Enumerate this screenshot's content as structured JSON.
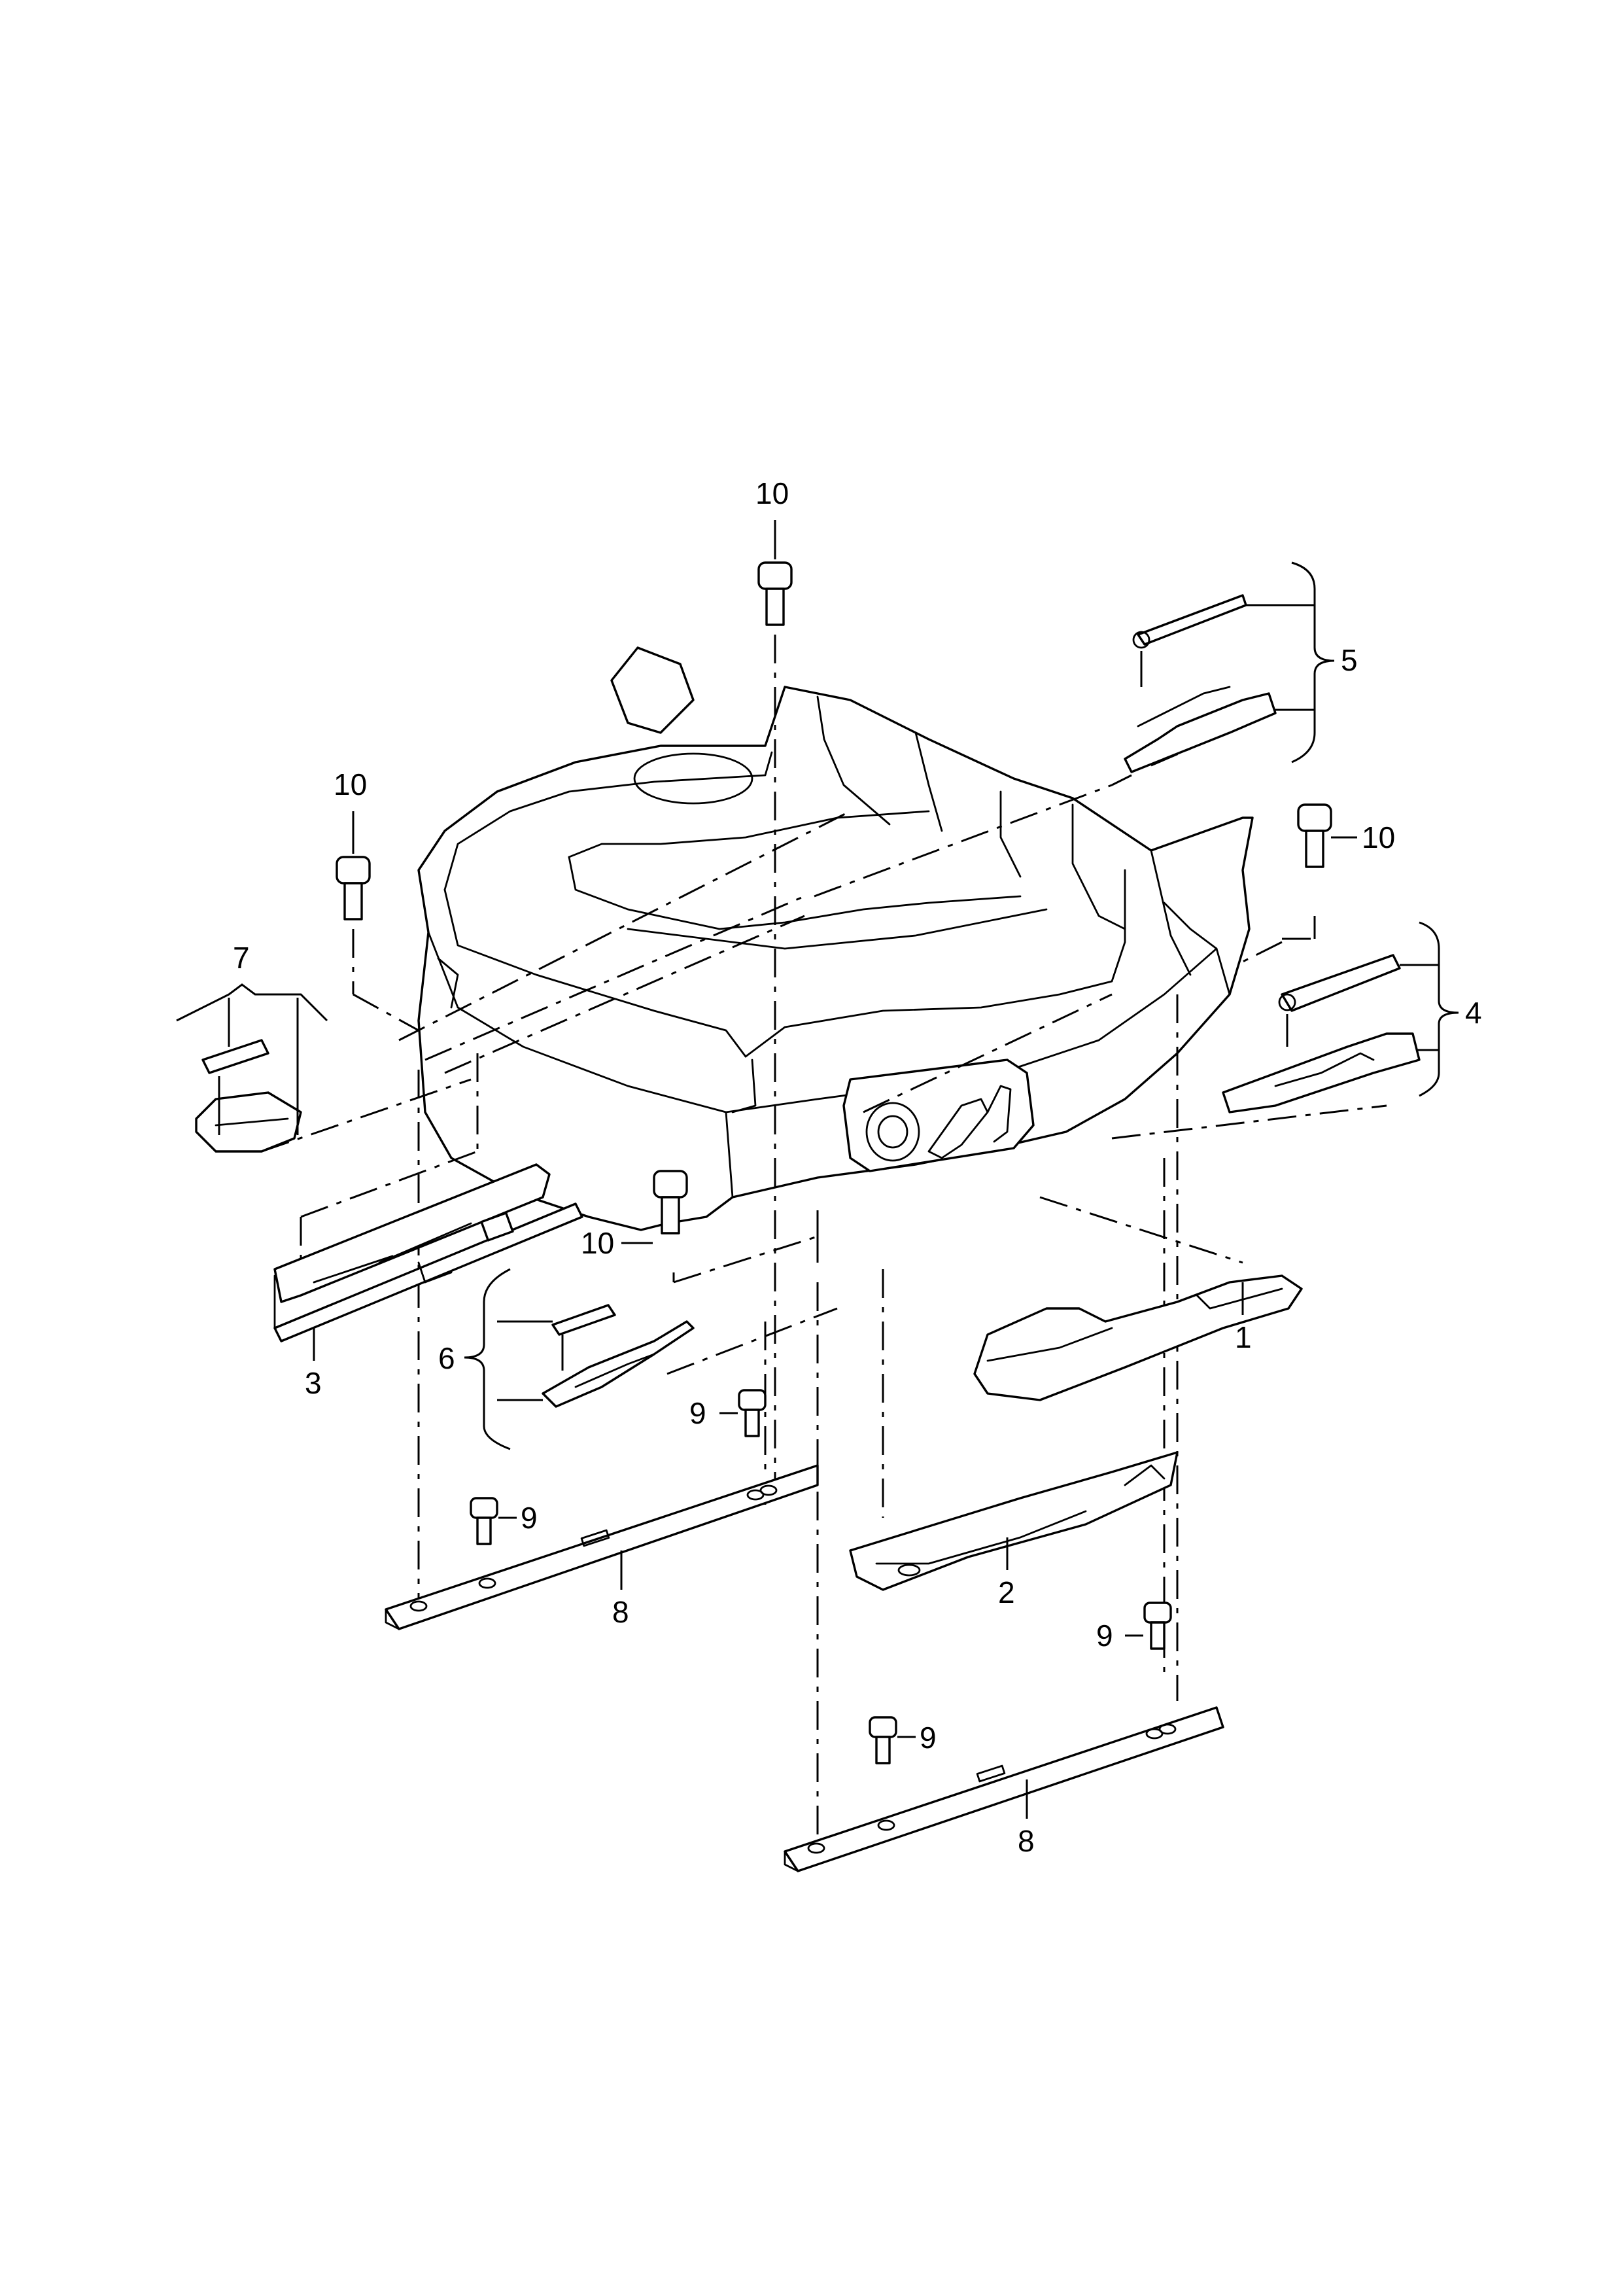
{
  "callouts": {
    "c1": "1",
    "c2": "2",
    "c3": "3",
    "c4": "4",
    "c5": "5",
    "c6": "6",
    "c7": "7",
    "c8a": "8",
    "c8b": "8",
    "c9a": "9",
    "c9b": "9",
    "c9c": "9",
    "c9d": "9",
    "c10a": "10",
    "c10b": "10",
    "c10c": "10",
    "c10d": "10"
  }
}
